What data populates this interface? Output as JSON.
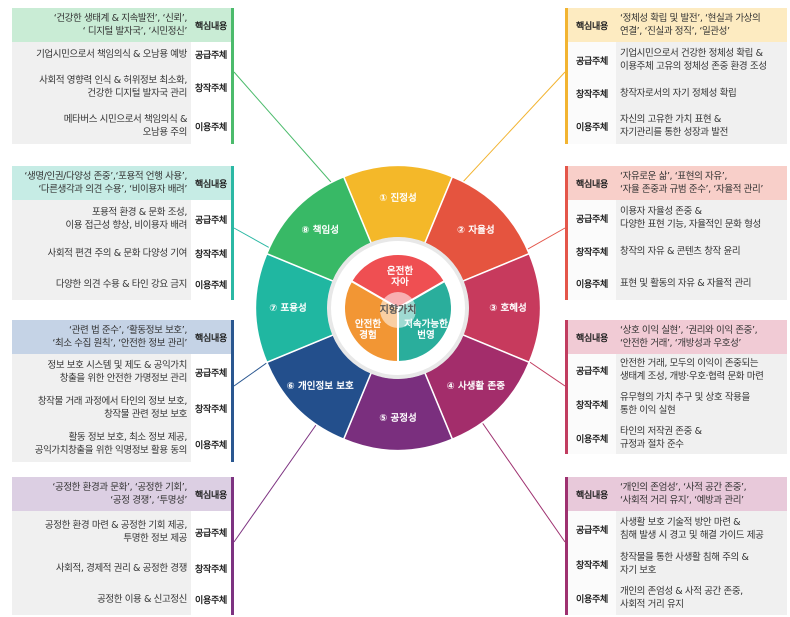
{
  "center": {
    "title": "지향가치",
    "values": [
      "온전한 자아",
      "지속가능한 번영",
      "안전한 경험"
    ]
  },
  "sectors": [
    {
      "label": "① 진정성",
      "color": "#f4b829"
    },
    {
      "label": "② 자율성",
      "color": "#e5543f"
    },
    {
      "label": "③ 호혜성",
      "color": "#c73a5d"
    },
    {
      "label": "④ 사생활 존중",
      "color": "#a32d6b"
    },
    {
      "label": "⑤ 공정성",
      "color": "#7a2f7e"
    },
    {
      "label": "⑥ 개인정보 보호",
      "color": "#234f8c"
    },
    {
      "label": "⑦ 포용성",
      "color": "#20b7a1"
    },
    {
      "label": "⑧ 책임성",
      "color": "#38b966"
    }
  ],
  "panels": [
    {
      "id": "responsibility",
      "accent": "#4cbb6c",
      "coreBg": "#c9ecd5",
      "core": {
        "tag": "핵심내용",
        "text": [
          "‘건강한 생태계 & 지속발전’, ‘신뢰’,",
          "‘ 디지털 발자국’, ‘시민정신’"
        ]
      },
      "rows": [
        {
          "tag": "공급주체",
          "text": [
            "기업시민으로서 책임의식 & 오남용 예방"
          ]
        },
        {
          "tag": "창작주체",
          "text": [
            "사회적 영향력 인식 & 허위정보 최소화,",
            "건강한 디지털 발자국 관리"
          ]
        },
        {
          "tag": "이용주체",
          "text": [
            "메타버스 시민으로서 책임의식 &",
            "오남용 주의"
          ]
        }
      ]
    },
    {
      "id": "inclusion",
      "accent": "#2bb8a4",
      "coreBg": "#c6ece5",
      "core": {
        "tag": "핵심내용",
        "text": [
          "‘생명/인권/다양성 존중’,‘포용적 언행 사용’,",
          "‘다른생각과 의견 수용’, ‘비이용자 배려’"
        ]
      },
      "rows": [
        {
          "tag": "공급주체",
          "text": [
            "포용적 환경 & 문화 조성,",
            "이용 접근성 향상, 비이용자 배려"
          ]
        },
        {
          "tag": "창작주체",
          "text": [
            "사회적 편견 주의 & 문화 다양성 기여"
          ]
        },
        {
          "tag": "이용주체",
          "text": [
            "다양한 의견 수용 & 타인 강요 금지"
          ]
        }
      ]
    },
    {
      "id": "privacy",
      "accent": "#2a5790",
      "coreBg": "#c5d3e6",
      "core": {
        "tag": "핵심내용",
        "text": [
          "‘관련 법 준수’, ‘활동정보 보호’,",
          "‘최소 수집 원칙’, ‘안전한 정보 관리’"
        ]
      },
      "rows": [
        {
          "tag": "공급주체",
          "text": [
            "정보 보호 시스템 및 제도 & 공익가치",
            "창출을 위한 안전한 가명정보 관리"
          ]
        },
        {
          "tag": "창작주체",
          "text": [
            "창작물 거래 과정에서 타인의 정보 보호,",
            "창작물 관련 정보 보호"
          ]
        },
        {
          "tag": "이용주체",
          "text": [
            "활동 정보 보호, 최소 정보 제공,",
            "공익가치창출을 위한 익명정보 활용 동의"
          ]
        }
      ]
    },
    {
      "id": "fairness",
      "accent": "#7d3381",
      "coreBg": "#dccfe3",
      "core": {
        "tag": "핵심내용",
        "text": [
          "‘공정한 환경과 문화’, ‘공정한 기회’,",
          "‘공정 경쟁’, ‘투명성’"
        ]
      },
      "rows": [
        {
          "tag": "공급주체",
          "text": [
            "공정한 환경 마련 & 공정한 기회 제공,",
            "투명한 정보 제공"
          ]
        },
        {
          "tag": "창작주체",
          "text": [
            "사회적, 경제적 권리 & 공정한 경쟁"
          ]
        },
        {
          "tag": "이용주체",
          "text": [
            "공정한 이용 & 신고정신"
          ]
        }
      ]
    },
    {
      "id": "authenticity",
      "accent": "#f2b431",
      "coreBg": "#fdebc1",
      "core": {
        "tag": "핵심내용",
        "text": [
          "‘정체성 확립 및 발전’, ‘현실과 가상의",
          "연결’, ‘진실과 정직’, ‘일관성’"
        ]
      },
      "rows": [
        {
          "tag": "공급주체",
          "text": [
            "기업시민으로서 건강한 정체성 확립 &",
            "이용주체 고유의 정체성 존중 환경 조성"
          ]
        },
        {
          "tag": "창작주체",
          "text": [
            "창작자로서의 자기 정체성 확립"
          ]
        },
        {
          "tag": "이용주체",
          "text": [
            "자신의 고유한 가치 표현 &",
            "자기관리를 통한 성장과 발전"
          ]
        }
      ]
    },
    {
      "id": "autonomy",
      "accent": "#e4564a",
      "coreBg": "#f8cfc9",
      "core": {
        "tag": "핵심내용",
        "text": [
          "‘자유로운 삶’, ‘표현의 자유’,",
          "‘자율 존중과 규범 준수’, ‘자율적 관리’"
        ]
      },
      "rows": [
        {
          "tag": "공급주체",
          "text": [
            "이용자 자율성 존중 &",
            "다양한 표현 기능, 자율적인 문화 형성"
          ]
        },
        {
          "tag": "창작주체",
          "text": [
            "창작의 자유 & 콘텐츠 창작 윤리"
          ]
        },
        {
          "tag": "이용주체",
          "text": [
            "표현 및 활동의 자유 & 자율적 관리"
          ]
        }
      ]
    },
    {
      "id": "reciprocity",
      "accent": "#c13d60",
      "coreBg": "#f1cbd5",
      "core": {
        "tag": "핵심내용",
        "text": [
          "‘상호 이익 실현’, ‘권리와 이익 존중’,",
          "‘안전한 거래’, ‘개방성과 우호성’"
        ]
      },
      "rows": [
        {
          "tag": "공급주체",
          "text": [
            "안전한 거래, 모두의 이익이 존중되는",
            "생태계 조성, 개방·우호·협력 문화 마련"
          ]
        },
        {
          "tag": "창작주체",
          "text": [
            "유무형의 가치 추구 및 상호 작용을",
            "통한 이익 실현"
          ]
        },
        {
          "tag": "이용주체",
          "text": [
            "타인의 저작권 존중 &",
            "규정과 절차 준수"
          ]
        }
      ]
    },
    {
      "id": "privacy-respect",
      "accent": "#9e3170",
      "coreBg": "#e8c9da",
      "core": {
        "tag": "핵심내용",
        "text": [
          "‘개인의 존엄성’, ‘사적 공간 존중’,",
          "‘사회적 거리 유지’, ‘예방과 관리’"
        ]
      },
      "rows": [
        {
          "tag": "공급주체",
          "text": [
            "사생활 보호 기술적 방안 마련 &",
            "침해 발생 시 경고 및 해결 가이드 제공"
          ]
        },
        {
          "tag": "창작주체",
          "text": [
            "창작물을 통한 사생활 침해 주의 &",
            "자기 보호"
          ]
        },
        {
          "tag": "이용주체",
          "text": [
            "개인의 존엄성 & 사적 공간 존중,",
            "사회적 거리 유지"
          ]
        }
      ]
    }
  ]
}
